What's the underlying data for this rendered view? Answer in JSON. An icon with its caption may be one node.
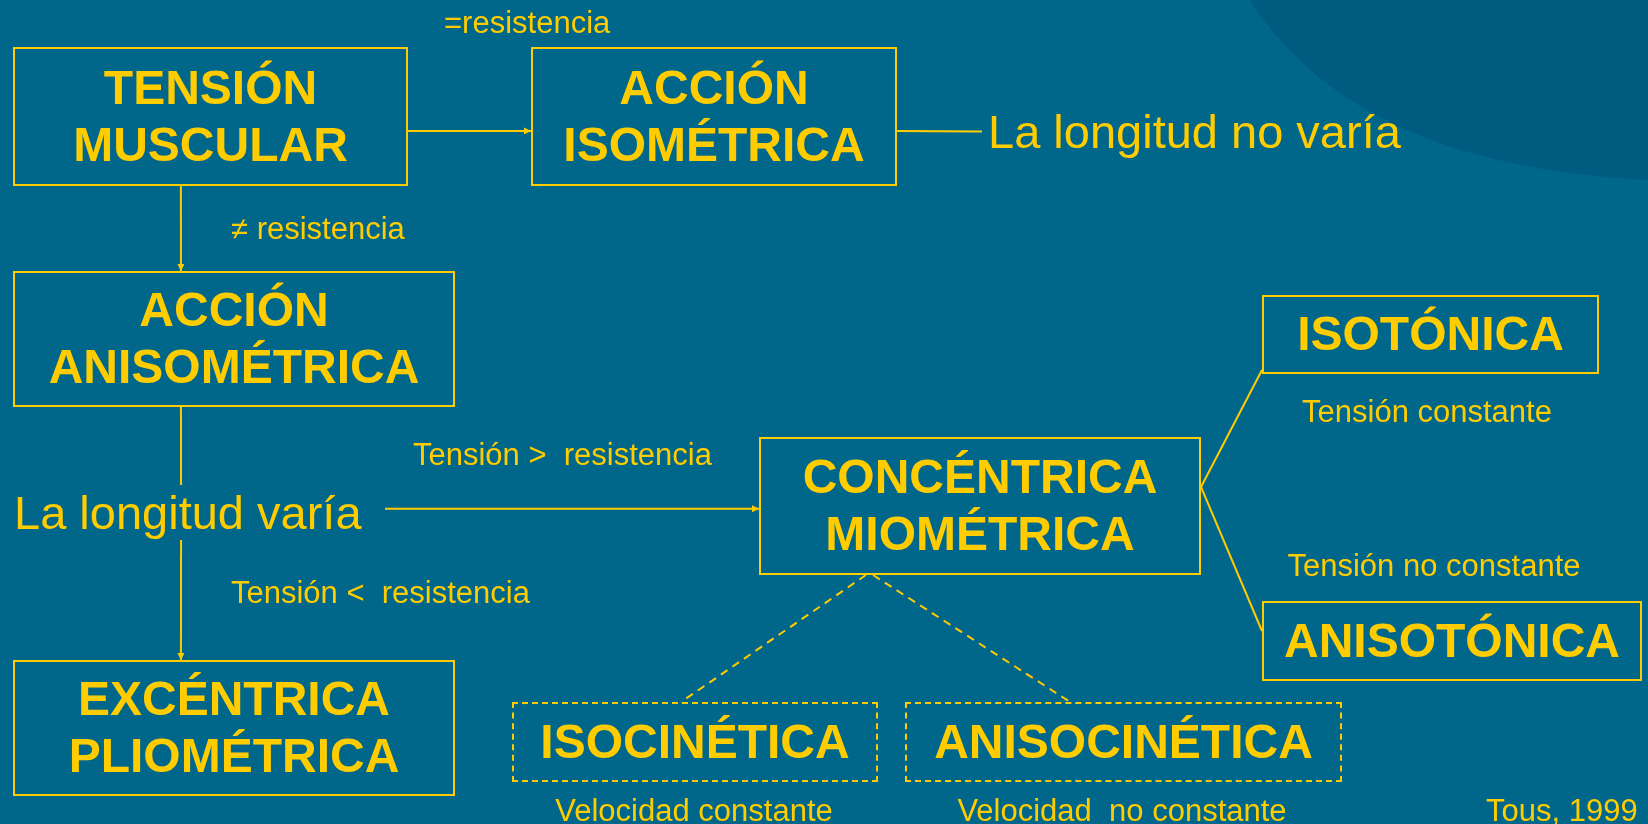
{
  "diagram": {
    "nodes": [
      {
        "text": [
          "TENSIÓN MUSCULAR"
        ]
      },
      {
        "text": [
          "ACCIÓN ISOMÉTRICA"
        ]
      },
      {
        "text": [
          "La longitud no varía"
        ]
      },
      {
        "text": [
          "ACCIÓN ANISOMÉTRICA"
        ]
      },
      {
        "text": [
          "La longitud varía"
        ]
      },
      {
        "text": [
          "CONCÉNTRICA MIOMÉTRICA"
        ]
      },
      {
        "text": [
          "EXCÉNTRICA PLIOMÉTRICA"
        ]
      },
      {
        "text": [
          "ISOTÓNICA"
        ],
        "beside": [
          "Tensión constante"
        ]
      },
      {
        "text": [
          "ANISOTÓNICA"
        ],
        "beside": [
          "Tensión no constante"
        ]
      },
      {
        "text": [
          "ISOCINÉTICA"
        ],
        "beside": [
          "Velocidad constante"
        ]
      },
      {
        "text": [
          "ANISOCINÉTICA"
        ],
        "beside": [
          "Velocidad  no constante"
        ]
      }
    ],
    "edges": [
      {
        "from": 0,
        "to": 1,
        "arrow": "to",
        "label": "=resistencia"
      },
      {
        "from": 1,
        "to": 2,
        "arrow": "none"
      },
      {
        "from": 0,
        "to": 3,
        "arrow": "to",
        "label": "≠ resistencia"
      },
      {
        "from": 3,
        "to": 4,
        "arrow": "none"
      },
      {
        "from": 4,
        "to": 5,
        "arrow": "to",
        "label": "Tensión >  resistencia"
      },
      {
        "from": 4,
        "to": 6,
        "arrow": "to",
        "label": "Tensión <  resistencia"
      },
      {
        "from": 5,
        "to": 7,
        "arrow": "none"
      },
      {
        "from": 5,
        "to": 8,
        "arrow": "none"
      },
      {
        "from": 5,
        "to": 9,
        "arrow": "none",
        "style": "dashed"
      },
      {
        "from": 5,
        "to": 10,
        "arrow": "none",
        "style": "dashed"
      }
    ],
    "labels": [
      "Tous, 1999"
    ]
  }
}
